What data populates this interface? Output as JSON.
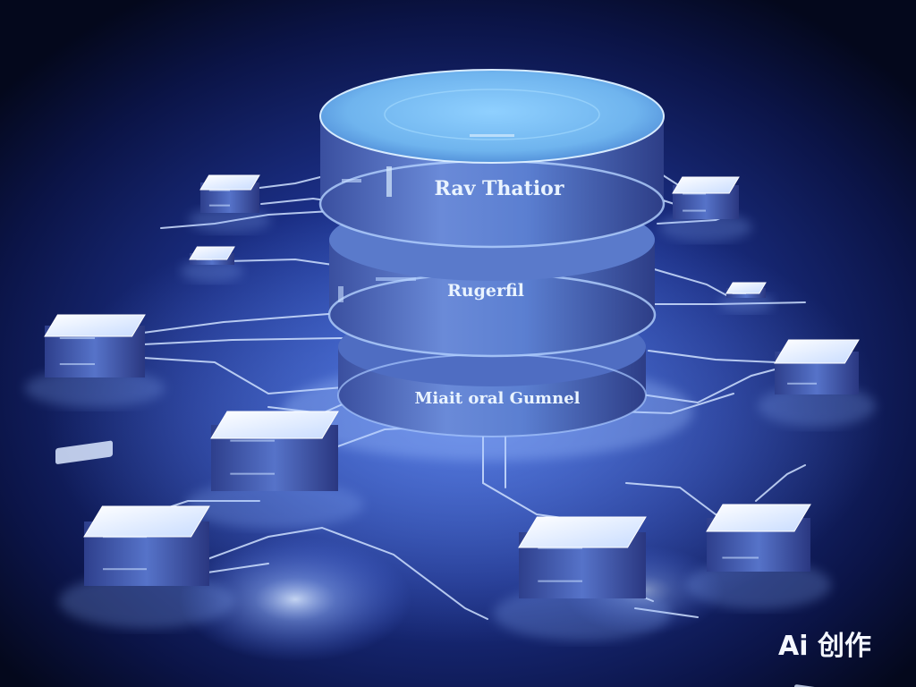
{
  "database": {
    "labels": [
      "Rav Thatior",
      "Rugerfil",
      "Miait oral Gumnel"
    ]
  },
  "watermark": {
    "text": "Ai 创作"
  },
  "colors": {
    "background_dark": "#04081c",
    "background_glow": "#2f57c8",
    "cylinder_body": "#5b7fd1",
    "cylinder_top": "#6fb4ee",
    "node_top": "#e8f1ff",
    "cable": "#cfe1ff"
  }
}
